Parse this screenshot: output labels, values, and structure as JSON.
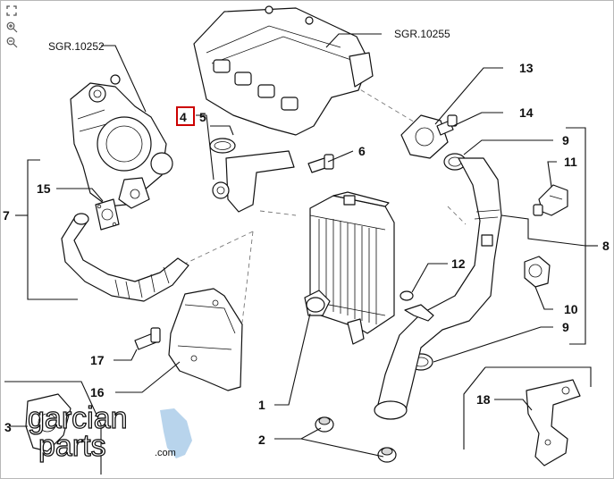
{
  "toolbar": {
    "icons": [
      "fullscreen-icon",
      "zoom-in-icon",
      "zoom-out-icon"
    ]
  },
  "references": {
    "turbo": "SGR.10252",
    "manifold": "SGR.10255"
  },
  "callouts": {
    "c1": "1",
    "c2": "2",
    "c3": "3",
    "c4": "4",
    "c5": "5",
    "c6": "6",
    "c7": "7",
    "c8": "8",
    "c9a": "9",
    "c9b": "9",
    "c10": "10",
    "c11": "11",
    "c12": "12",
    "c13": "13",
    "c14": "14",
    "c15": "15",
    "c16": "16",
    "c17": "17",
    "c18": "18"
  },
  "highlight_color": "#cc0000",
  "watermark": {
    "line1": "garcian",
    "line2": "parts",
    "suffix": ".com",
    "accent_color": "#b8d4ec"
  }
}
